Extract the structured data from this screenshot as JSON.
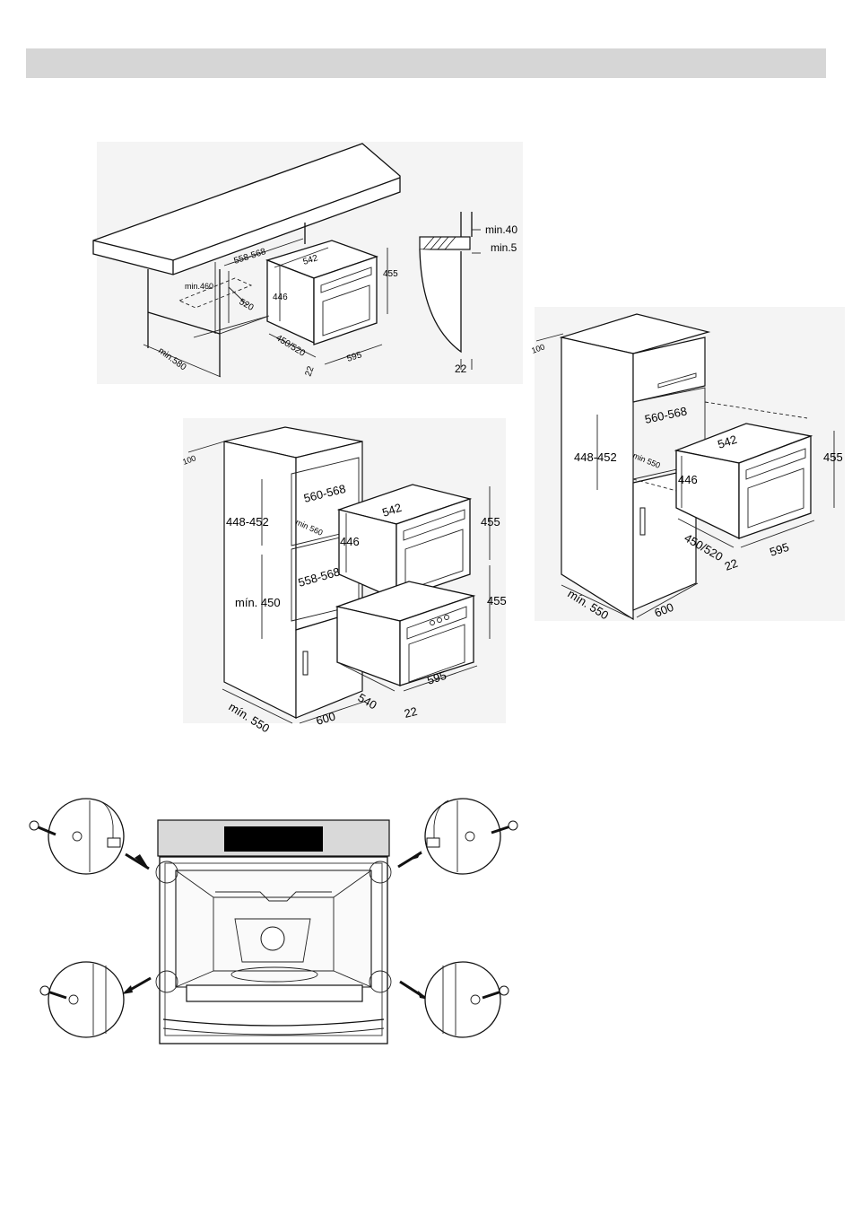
{
  "fig1": {
    "d_558_568": "558-568",
    "d_542": "542",
    "d_455": "455",
    "d_min460": "min.460",
    "d_520": "520",
    "d_446": "446",
    "d_450_520": "450/520",
    "d_595": "595",
    "d_22": "22",
    "d_min580": "min.580"
  },
  "fig1_side": {
    "d_min40": "min.40",
    "d_min5": "min.5",
    "d_22": "22"
  },
  "fig2": {
    "d_100": "100",
    "d_560_568": "560-568",
    "d_542": "542",
    "d_448_452": "448-452",
    "d_min560": "min 560",
    "d_446": "446",
    "d_455a": "455",
    "d_558_568": "558-568",
    "d_min450": "mín. 450",
    "d_455b": "455",
    "d_540": "540",
    "d_595": "595",
    "d_22": "22",
    "d_min550": "mín. 550",
    "d_600": "600"
  },
  "fig3": {
    "d_100": "100",
    "d_560_568": "560-568",
    "d_542": "542",
    "d_448_452": "448-452",
    "d_min550_small": "min 550",
    "d_446": "446",
    "d_455": "455",
    "d_450_520": "450/520",
    "d_22": "22",
    "d_595": "595",
    "d_min550": "mín. 550",
    "d_600": "600"
  }
}
